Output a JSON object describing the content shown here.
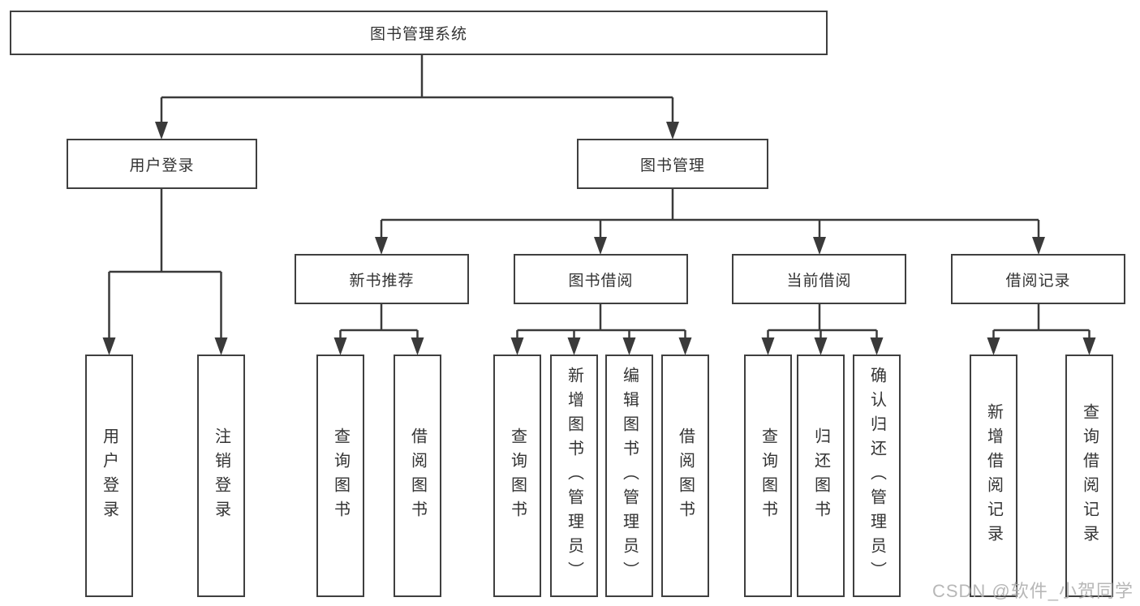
{
  "colors": {
    "background": "#ffffff",
    "line": "#3a3a3a",
    "box_border": "#3f3f3f",
    "box_fill": "#ffffff",
    "text": "#333333",
    "watermark": "#afafaf"
  },
  "diagram": {
    "type": "hierarchy-tree",
    "nodes": {
      "root": "图书管理系统",
      "user_login": "用户登录",
      "book_mgmt": "图书管理",
      "new_book_rec": "新书推荐",
      "book_borrow": "图书借阅",
      "current_borrow": "当前借阅",
      "borrow_record": "借阅记录",
      "leaf_user_login": "用户登录",
      "leaf_logout": "注销登录",
      "leaf_query_book_new": "查询图书",
      "leaf_borrow_book_new": "借阅图书",
      "leaf_query_book_borrow": "查询图书",
      "leaf_add_book": "新增图书（管理员）",
      "leaf_edit_book": "编辑图书（管理员）",
      "leaf_borrow_book_borrow": "借阅图书",
      "leaf_query_book_current": "查询图书",
      "leaf_return_book": "归还图书",
      "leaf_confirm_return": "确认归还（管理员）",
      "leaf_add_record": "新增借阅记录",
      "leaf_query_record": "查询借阅记录"
    },
    "structure": {
      "图书管理系统": {
        "用户登录": [
          "用户登录",
          "注销登录"
        ],
        "图书管理": {
          "新书推荐": [
            "查询图书",
            "借阅图书"
          ],
          "图书借阅": [
            "查询图书",
            "新增图书（管理员）",
            "编辑图书（管理员）",
            "借阅图书"
          ],
          "当前借阅": [
            "查询图书",
            "归还图书",
            "确认归还（管理员）"
          ],
          "借阅记录": [
            "新增借阅记录",
            "查询借阅记录"
          ]
        }
      }
    }
  },
  "watermark": {
    "text": "CSDN @软件_小贺同学"
  }
}
